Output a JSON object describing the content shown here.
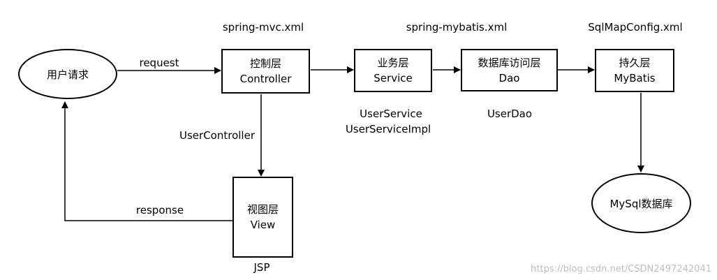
{
  "nodes": {
    "user_request": "用户请求",
    "controller": {
      "title": "控制层",
      "subtitle": "Controller"
    },
    "service": {
      "title": "业务层",
      "subtitle": "Service"
    },
    "dao": {
      "title": "数据库访问层",
      "subtitle": "Dao"
    },
    "mybatis": {
      "title": "持久层",
      "subtitle": "MyBatis"
    },
    "view": {
      "title": "视图层",
      "subtitle": "View"
    },
    "mysql": "MySql数据库"
  },
  "config_files": {
    "spring_mvc": "spring-mvc.xml",
    "spring_mybatis": "spring-mybatis.xml",
    "sqlmap": "SqlMapConfig.xml"
  },
  "edge_labels": {
    "request": "request",
    "response": "response",
    "user_controller": "UserController"
  },
  "annotations": {
    "user_service": "UserService",
    "user_service_impl": "UserServiceImpl",
    "user_dao": "UserDao",
    "jsp": "JSP"
  },
  "watermark": "https://blog.csdn.net/CSDN2497242041"
}
